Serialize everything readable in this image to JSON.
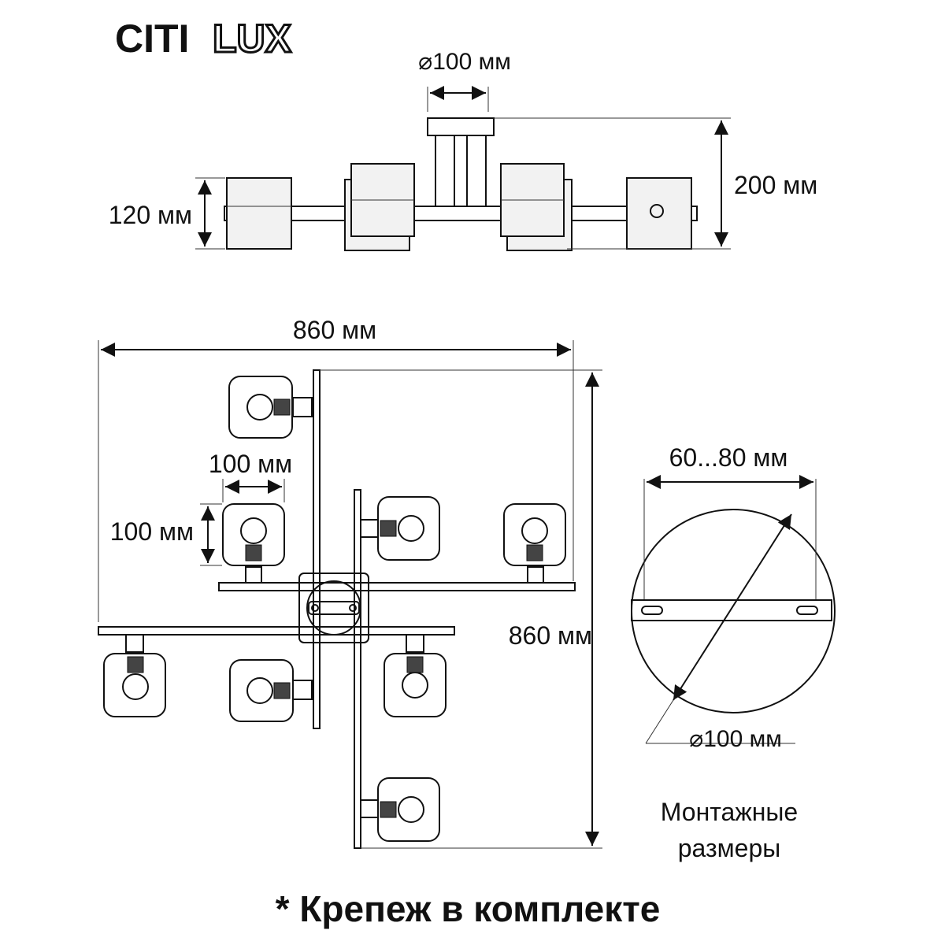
{
  "brand": {
    "part1": "CITI",
    "part2": "LUX"
  },
  "side_view": {
    "canopy_diameter": "⌀100 мм",
    "height": "200 мм",
    "shade_height": "120 мм"
  },
  "top_view": {
    "width": "860 мм",
    "depth": "860 мм",
    "shade_width": "100 мм",
    "shade_height": "100 мм"
  },
  "mounting": {
    "bracket_range": "60...80 мм",
    "plate_diameter": "⌀100 мм",
    "caption_line1": "Монтажные",
    "caption_line2": "размеры"
  },
  "footer": {
    "note": "* Крепеж в комплекте"
  }
}
